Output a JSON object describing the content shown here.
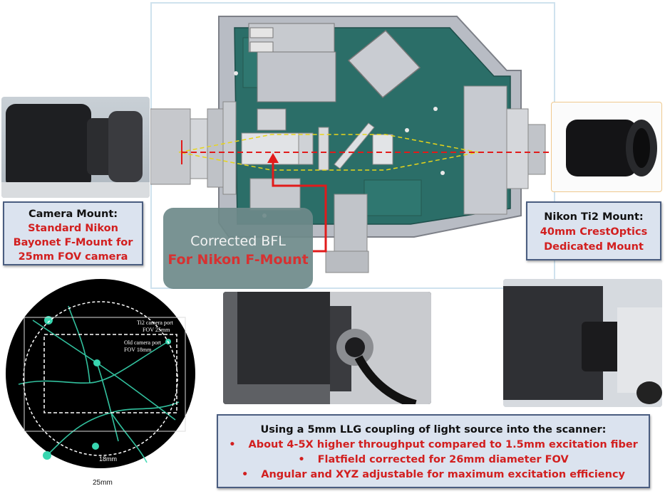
{
  "camera_mount": {
    "title": "Camera Mount:",
    "lines": [
      "Standard Nikon",
      "Bayonet F-Mount for",
      "25mm FOV camera"
    ]
  },
  "nikon_mount": {
    "title": "Nikon Ti2 Mount:",
    "lines": [
      "40mm CrestOptics",
      "Dedicated Mount"
    ]
  },
  "corrected_bfl": {
    "line1": "Corrected BFL",
    "line2": "For Nikon F-Mount"
  },
  "fov_image": {
    "label_ti2": "Ti2 camera port",
    "label_ti2_fov": "FOV 25mm",
    "label_old": "Old camera port",
    "label_old_fov": "FOV 18mm",
    "label_18mm": "18mm",
    "label_25mm": "25mm"
  },
  "llg_box": {
    "title": "Using a 5mm LLG coupling of light source into the scanner:",
    "bullets": [
      "About 4-5X higher throughput compared to 1.5mm excitation fiber",
      "Flatfield corrected for 26mm diameter FOV",
      "Angular and XYZ adjustable for maximum excitation efficiency"
    ]
  },
  "colors": {
    "callout_bg": "#dbe3ef",
    "callout_border": "#4a5d80",
    "accent_red": "#d21f1f",
    "housing_teal": "#2b6e68",
    "neuron_green": "#38d6b0"
  }
}
